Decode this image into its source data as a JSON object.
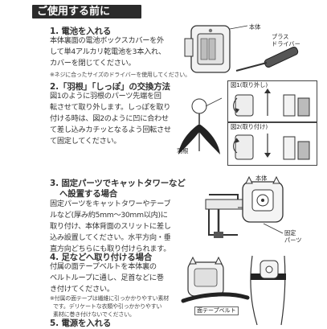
{
  "header": {
    "title": "ご使用する前に"
  },
  "sections": [
    {
      "heading": "1. 電池を入れる",
      "lines": [
        "本体裏面の電池ボックスカバーを外",
        "して単4アルカリ乾電池を3本入れ、",
        "カバーを閉じてください。"
      ],
      "note": "※ネジに合ったサイズのドライバーを使用してください。",
      "labels": {
        "body": "本体",
        "driver_1": "プラス",
        "driver_2": "ドライバー"
      }
    },
    {
      "heading": "2.「羽根」「しっぽ」の交換方法",
      "lines": [
        "図1のように羽根のパーツ先端を回",
        "転させて取り外します。しっぽを取り",
        "付ける時は、図2のように凹に合わせ",
        "て差し込みカチッとなるよう回転させ",
        "て固定してください。"
      ],
      "labels": {
        "fig1": "図1(取り外し)",
        "fig2": "図2(取り付け)",
        "feather": "羽根"
      }
    },
    {
      "heading": "3. 固定パーツでキャットタワーなど",
      "heading_2": "へ設置する場合",
      "lines": [
        "固定パーツをキャットタワーやテーブ",
        "ルなど(厚み約5mm〜30mm以内)に",
        "取り付け、本体背面のスリットに差し",
        "込み設置してください。水平方向・垂",
        "直方向どちらにも取り付けられます。"
      ],
      "labels": {
        "body": "本体",
        "fix_1": "固定",
        "fix_2": "パーツ"
      }
    },
    {
      "heading": "4. 足などへ取り付ける場合",
      "lines": [
        "付属の面テープベルトを本体裏の",
        "ベルトループに通し、足首などに巻",
        "き付けてください。"
      ],
      "notes": [
        "※付属の面テープは繊維に引っかかりやすい素材",
        "です。デリケートな衣類や引っかかりやすい",
        "素材に巻き付けないでください。"
      ],
      "labels": {
        "belt": "面テープベルト"
      }
    },
    {
      "heading": "5. 電源を入れる"
    }
  ],
  "colors": {
    "header_bg": "#2b2b2b",
    "ink": "#333333"
  }
}
